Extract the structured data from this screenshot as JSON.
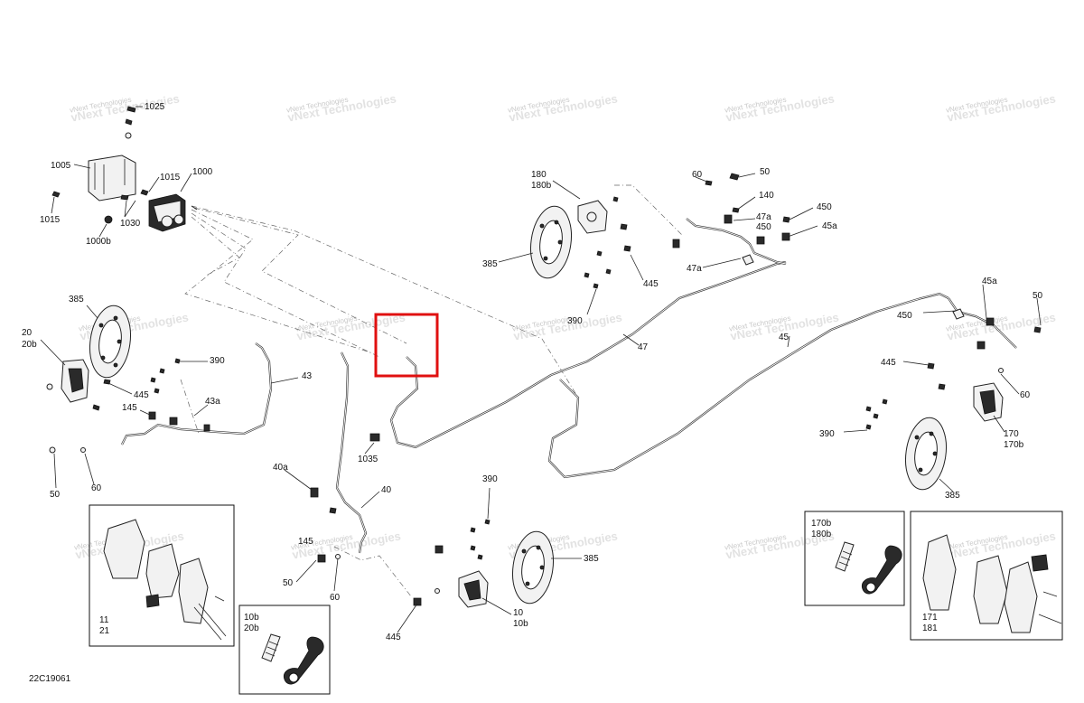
{
  "diagram": {
    "id": "22C19061",
    "watermark": {
      "line1": "vNext",
      "line2": "Technologies",
      "full": "vNext Technologies"
    },
    "callouts": {
      "c1025": "1025",
      "c1005": "1005",
      "c1015a": "1015",
      "c1000": "1000",
      "c1015b": "1015",
      "c1030": "1030",
      "c1000b": "1000b",
      "c180": "180",
      "c180b": "180b",
      "c385a": "385",
      "c445a": "445",
      "c390a": "390",
      "c60a": "60",
      "c50a": "50",
      "c140": "140",
      "c47a1": "47a",
      "c450a": "450",
      "c450b": "450",
      "c45a1": "45a",
      "c47a2": "47a",
      "c385b": "385",
      "c20": "20",
      "c20b": "20b",
      "c390b": "390",
      "c445b": "445",
      "c145a": "145",
      "c43": "43",
      "c43a": "43a",
      "c50b": "50",
      "c60b": "60",
      "c1035": "1035",
      "c47": "47",
      "c45": "45",
      "c45a2": "45a",
      "c50c": "50",
      "c450c": "450",
      "c445c": "445",
      "c60c": "60",
      "c390c": "390",
      "c170": "170",
      "c170b": "170b",
      "c385c": "385",
      "c40a": "40a",
      "c40": "40",
      "c145b": "145",
      "c50d": "50",
      "c60d": "60",
      "c390d": "390",
      "c385d": "385",
      "c445d": "445",
      "c10": "10",
      "c10b": "10b",
      "c170b2": "170b",
      "c180b2": "180b",
      "c171": "171",
      "c181": "181",
      "c11": "11",
      "c21": "21",
      "c10b2": "10b",
      "c20b2": "20b"
    }
  }
}
